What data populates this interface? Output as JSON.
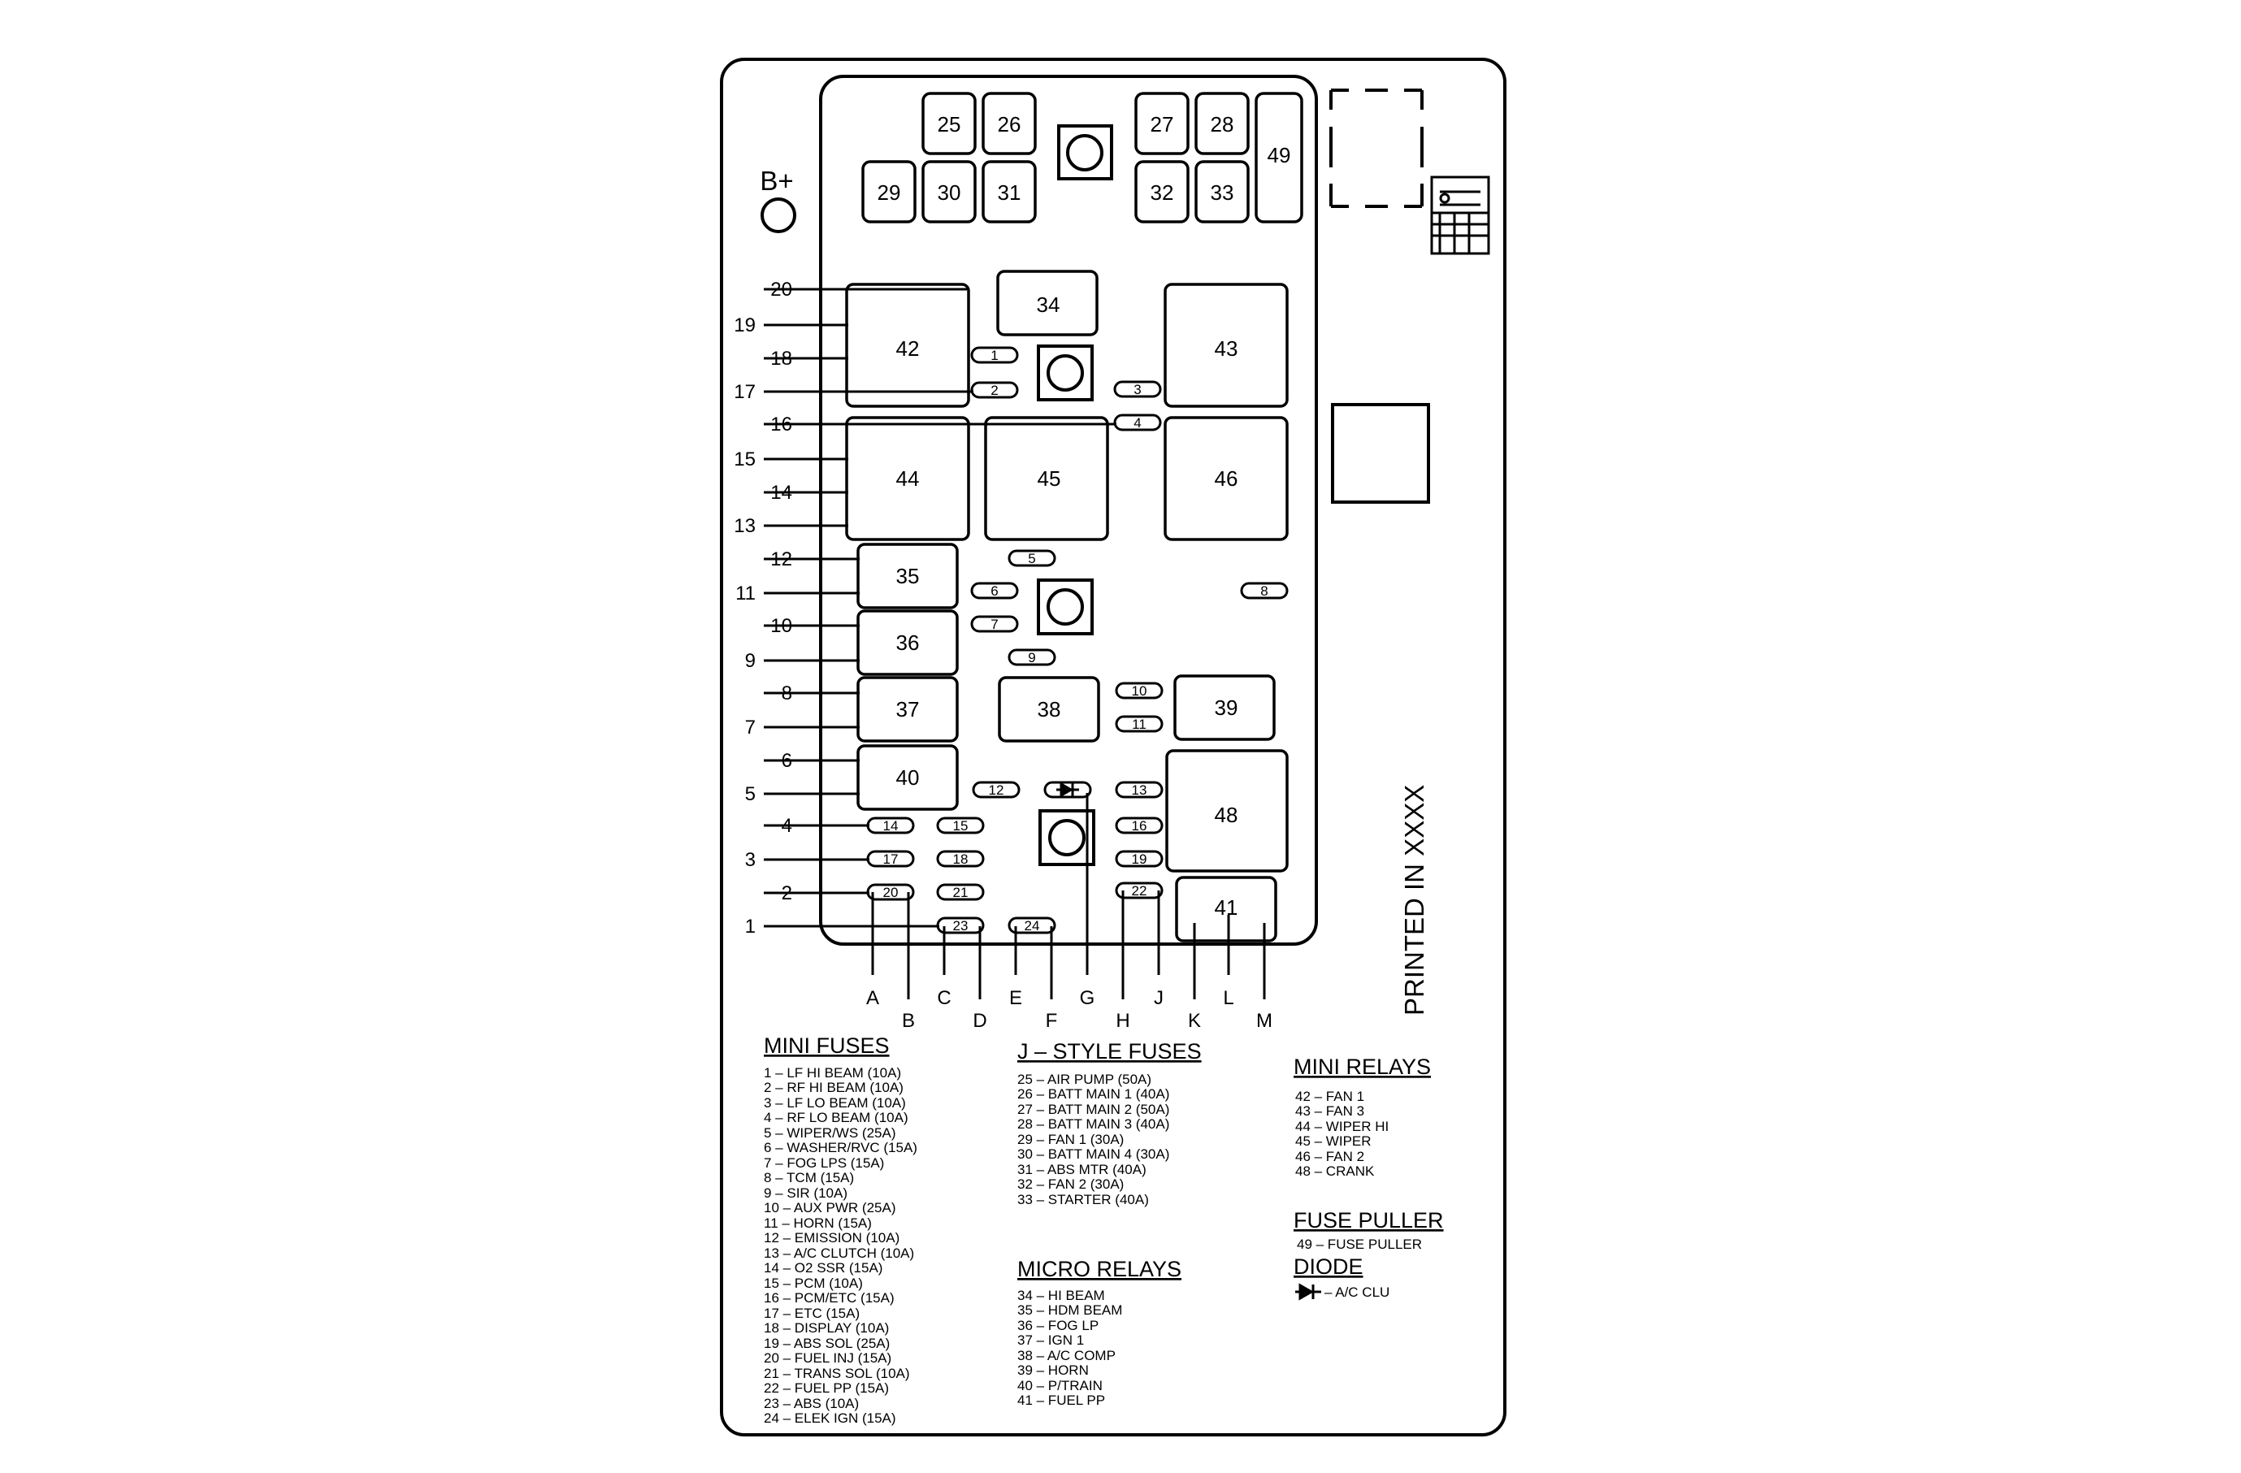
{
  "battery_label": "B+",
  "printed_text": "PRINTED IN XXXX",
  "fuses_top": [
    "25",
    "26",
    "27",
    "28",
    "29",
    "30",
    "31",
    "32",
    "33",
    "49"
  ],
  "relay_labels": [
    "42",
    "43",
    "44",
    "45",
    "46",
    "34",
    "35",
    "36",
    "37",
    "38",
    "39",
    "40",
    "41",
    "48"
  ],
  "mini_fuse_labels": [
    "1",
    "2",
    "3",
    "4",
    "5",
    "6",
    "7",
    "8",
    "9",
    "10",
    "11",
    "12",
    "13",
    "14",
    "15",
    "16",
    "17",
    "18",
    "19",
    "20",
    "21",
    "22",
    "23",
    "24"
  ],
  "left_pins": [
    "20",
    "19",
    "18",
    "17",
    "16",
    "15",
    "14",
    "13",
    "12",
    "11",
    "10",
    "9",
    "8",
    "7",
    "6",
    "5",
    "4",
    "3",
    "2",
    "1"
  ],
  "bottom_pins": [
    "A",
    "B",
    "C",
    "D",
    "E",
    "F",
    "G",
    "H",
    "J",
    "K",
    "L",
    "M"
  ],
  "legend": {
    "mini_fuses": {
      "title": "MINI FUSES",
      "items": [
        "1 – LF HI BEAM (10A)",
        "2 – RF HI BEAM (10A)",
        "3 – LF LO BEAM (10A)",
        "4 – RF LO BEAM (10A)",
        "5 – WIPER/WS (25A)",
        "6 – WASHER/RVC (15A)",
        "7 – FOG LPS (15A)",
        "8 – TCM (15A)",
        "9 – SIR (10A)",
        "10 – AUX PWR (25A)",
        "11 – HORN (15A)",
        "12 – EMISSION (10A)",
        "13 – A/C CLUTCH (10A)",
        "14 – O2 SSR (15A)",
        "15 – PCM (10A)",
        "16 – PCM/ETC (15A)",
        "17 – ETC (15A)",
        "18 – DISPLAY (10A)",
        "19 – ABS SOL (25A)",
        "20 – FUEL INJ (15A)",
        "21 – TRANS SOL (10A)",
        "22 – FUEL PP (15A)",
        "23 – ABS (10A)",
        "24 – ELEK IGN (15A)"
      ]
    },
    "j_style_fuses": {
      "title": "J – STYLE FUSES",
      "items": [
        "25 – AIR PUMP (50A)",
        "26 – BATT MAIN 1 (40A)",
        "27 – BATT MAIN 2 (50A)",
        "28 – BATT MAIN 3 (40A)",
        "29 – FAN 1 (30A)",
        "30 – BATT MAIN 4 (30A)",
        "31 – ABS MTR (40A)",
        "32 – FAN 2 (30A)",
        "33 – STARTER (40A)"
      ]
    },
    "micro_relays": {
      "title": "MICRO RELAYS",
      "items": [
        "34 – HI BEAM",
        "35 – HDM BEAM",
        "36 – FOG LP",
        "37 – IGN 1",
        "38 – A/C COMP",
        "39 – HORN",
        "40 – P/TRAIN",
        "41 – FUEL PP"
      ]
    },
    "mini_relays": {
      "title": "MINI RELAYS",
      "items": [
        "42 – FAN 1",
        "43 – FAN 3",
        "44 – WIPER HI",
        "45 – WIPER",
        "46 – FAN 2",
        "48 – CRANK"
      ]
    },
    "fuse_puller": {
      "title": "FUSE PULLER",
      "items": [
        "49 – FUSE PULLER"
      ]
    },
    "diode": {
      "title": "DIODE",
      "items": [
        "– A/C CLU"
      ]
    }
  }
}
